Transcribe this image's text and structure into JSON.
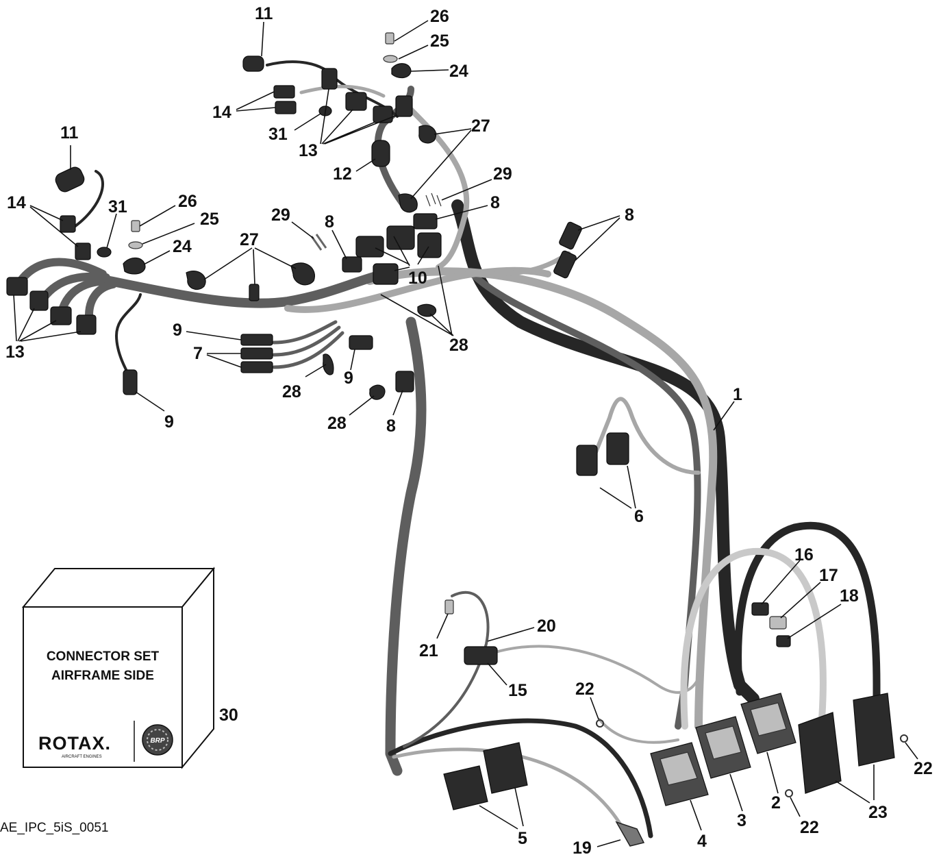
{
  "figure": {
    "reference": "AE_IPC_5iS_0051"
  },
  "box": {
    "line1": "CONNECTOR SET",
    "line2": "AIRFRAME SIDE",
    "number": "30",
    "brand": "ROTAX.",
    "brand_subtitle": "AIRCRAFT ENGINES",
    "badge": "BRP"
  },
  "callouts": [
    {
      "id": "c11a",
      "text": "11"
    },
    {
      "id": "c26a",
      "text": "26"
    },
    {
      "id": "c25a",
      "text": "25"
    },
    {
      "id": "c24a",
      "text": "24"
    },
    {
      "id": "c14a",
      "text": "14"
    },
    {
      "id": "c31a",
      "text": "31"
    },
    {
      "id": "c13a",
      "text": "13"
    },
    {
      "id": "c27a",
      "text": "27"
    },
    {
      "id": "c12",
      "text": "12"
    },
    {
      "id": "c29a",
      "text": "29"
    },
    {
      "id": "c8a",
      "text": "8"
    },
    {
      "id": "c8b",
      "text": "8"
    },
    {
      "id": "c11b",
      "text": "11"
    },
    {
      "id": "c14b",
      "text": "14"
    },
    {
      "id": "c31b",
      "text": "31"
    },
    {
      "id": "c26b",
      "text": "26"
    },
    {
      "id": "c25b",
      "text": "25"
    },
    {
      "id": "c24b",
      "text": "24"
    },
    {
      "id": "c29b",
      "text": "29"
    },
    {
      "id": "c8c",
      "text": "8"
    },
    {
      "id": "c27b",
      "text": "27"
    },
    {
      "id": "c10",
      "text": "10"
    },
    {
      "id": "c13b",
      "text": "13"
    },
    {
      "id": "c9a",
      "text": "9"
    },
    {
      "id": "c7",
      "text": "7"
    },
    {
      "id": "c28a",
      "text": "28"
    },
    {
      "id": "c28b",
      "text": "28"
    },
    {
      "id": "c9b",
      "text": "9"
    },
    {
      "id": "c9c",
      "text": "9"
    },
    {
      "id": "c28c",
      "text": "28"
    },
    {
      "id": "c8d",
      "text": "8"
    },
    {
      "id": "c1",
      "text": "1"
    },
    {
      "id": "c6",
      "text": "6"
    },
    {
      "id": "c16",
      "text": "16"
    },
    {
      "id": "c17",
      "text": "17"
    },
    {
      "id": "c18",
      "text": "18"
    },
    {
      "id": "c20",
      "text": "20"
    },
    {
      "id": "c21",
      "text": "21"
    },
    {
      "id": "c15",
      "text": "15"
    },
    {
      "id": "c22a",
      "text": "22"
    },
    {
      "id": "c22b",
      "text": "22"
    },
    {
      "id": "c22c",
      "text": "22"
    },
    {
      "id": "c23",
      "text": "23"
    },
    {
      "id": "c2",
      "text": "2"
    },
    {
      "id": "c3",
      "text": "3"
    },
    {
      "id": "c4",
      "text": "4"
    },
    {
      "id": "c5",
      "text": "5"
    },
    {
      "id": "c19",
      "text": "19"
    }
  ]
}
